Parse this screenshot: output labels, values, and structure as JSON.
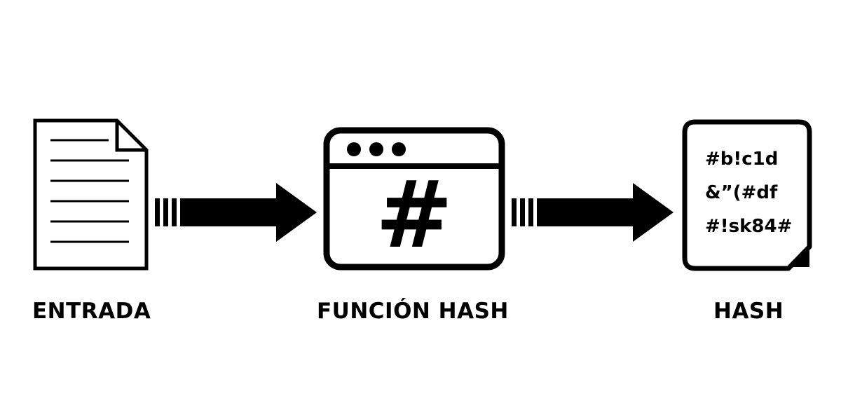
{
  "labels": {
    "input": "ENTRADA",
    "function": "FUNCIÓN HASH",
    "output": "HASH"
  },
  "function_symbol": "#",
  "hash_output": {
    "lines": [
      "#b!c1d",
      "&”(#df",
      "#!sk84#"
    ]
  },
  "icons": {
    "input": "document-icon",
    "function": "browser-window-icon",
    "output": "hashed-document-icon",
    "arrows": "right-arrow-icon"
  },
  "colors": {
    "ink": "#000000",
    "background": "#ffffff"
  }
}
